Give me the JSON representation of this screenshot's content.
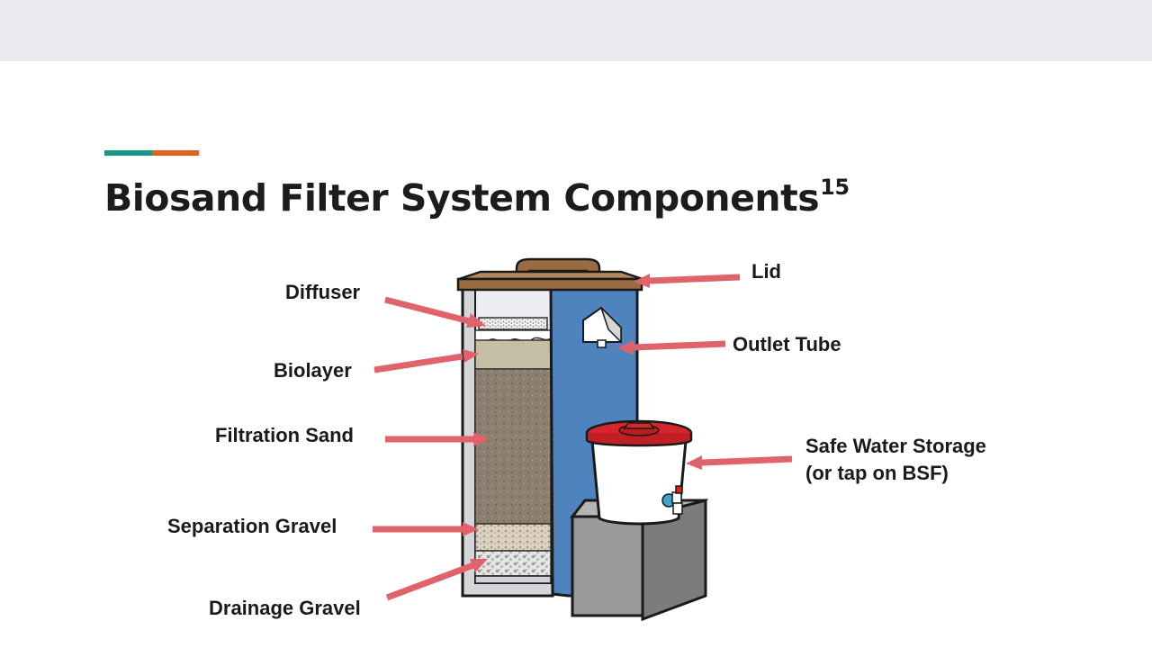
{
  "slide": {
    "title": "Biosand Filter System Components",
    "title_superscript": "15",
    "colors": {
      "accent_teal": "#1a9484",
      "accent_orange": "#e0601c",
      "arrow": "#e0626a",
      "filter_body": "#4f83be",
      "lid": "#9a6a42",
      "sand": "#8c7f6d",
      "bucket_lid": "#d7262b",
      "stand": "#8a8a8a"
    }
  },
  "labels": {
    "diffuser": "Diffuser",
    "biolayer": "Biolayer",
    "filtration_sand": "Filtration Sand",
    "separation_gravel": "Separation Gravel",
    "drainage_gravel": "Drainage Gravel",
    "lid": "Lid",
    "outlet_tube": "Outlet Tube",
    "safe_water_storage_line1": "Safe Water Storage",
    "safe_water_storage_line2": "(or tap on BSF)"
  }
}
